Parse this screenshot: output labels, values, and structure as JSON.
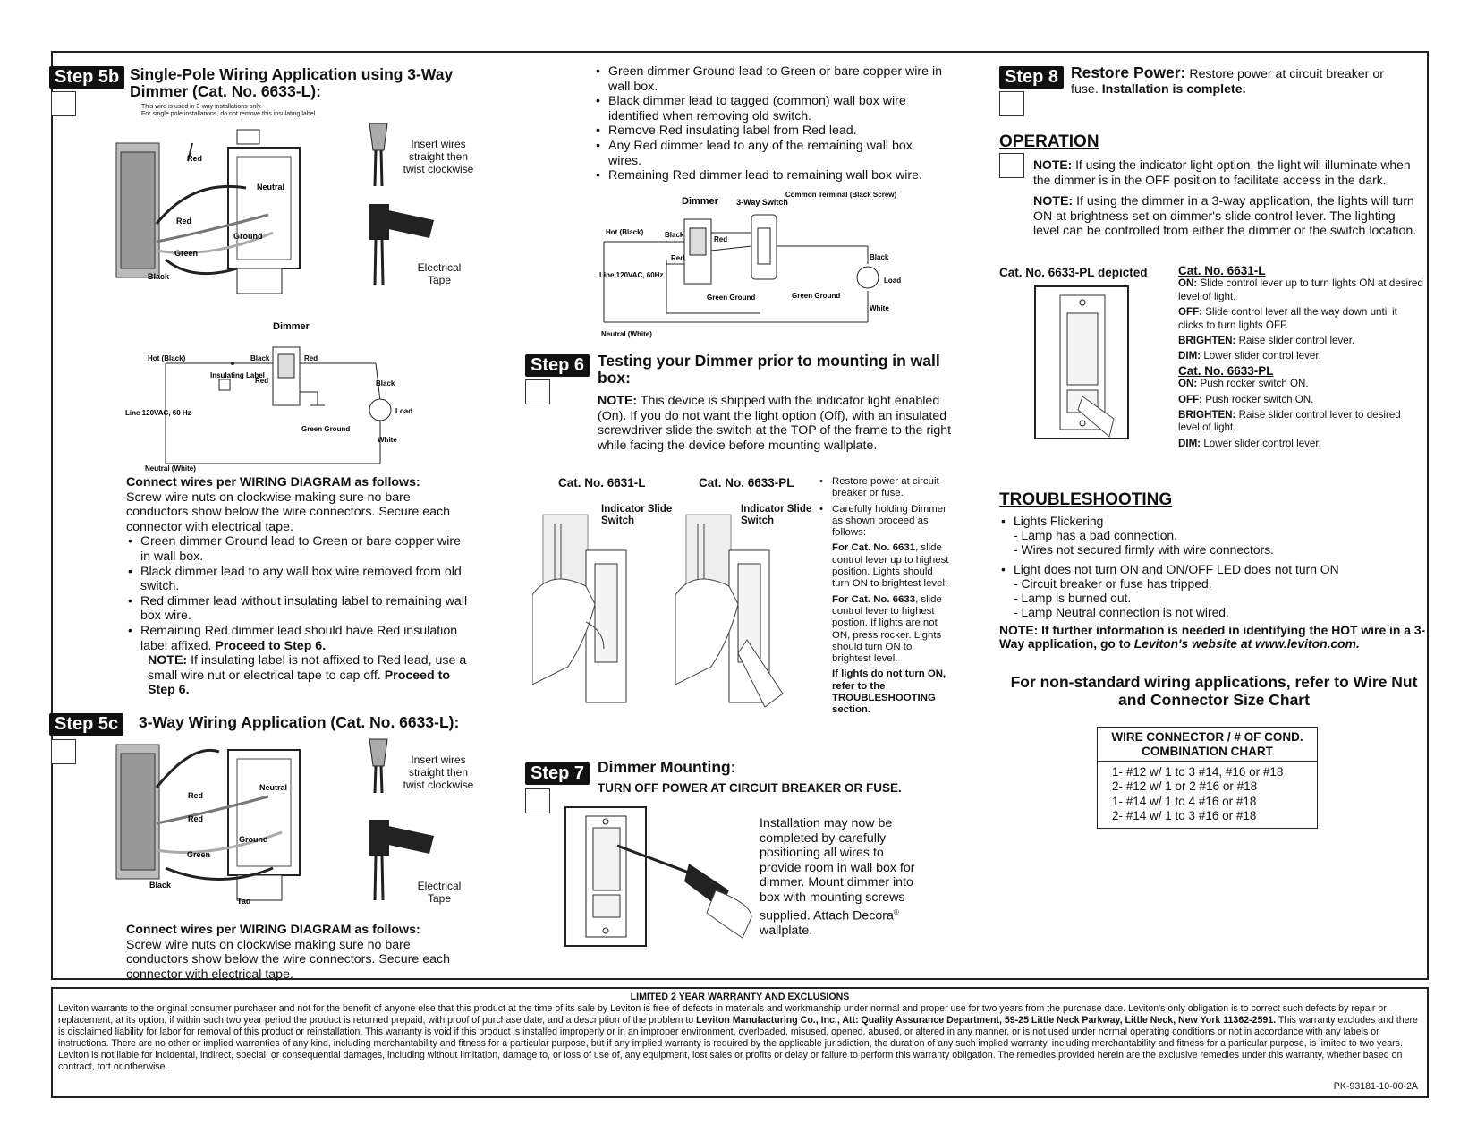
{
  "step5b": {
    "badge": "Step 5b",
    "title": "Single-Pole Wiring Application using 3-Way Dimmer (Cat. No. 6633-L):",
    "note_line1": "This wire is used in 3-way installations only.",
    "note_line2": "For single pole installations, do not remove this insulating label.",
    "fig_labels": {
      "red1": "Red",
      "neutral": "Neutral",
      "red2": "Red",
      "ground": "Ground",
      "green": "Green",
      "black": "Black"
    },
    "twist_text": "Insert wires straight then twist clockwise",
    "tape_text": "Electrical Tape",
    "diagram": {
      "title": "Dimmer",
      "hot": "Hot (Black)",
      "black1": "Black",
      "red1": "Red",
      "insulating": "Insulating Label",
      "red2": "Red",
      "black2": "Black",
      "line": "Line 120VAC, 60 Hz",
      "load": "Load",
      "green_ground": "Green Ground",
      "white": "White",
      "neutral": "Neutral (White)"
    },
    "connect_heading": "Connect wires per WIRING DIAGRAM as follows:",
    "connect_text": "Screw wire nuts on clockwise making sure no bare conductors show below the wire connectors. Secure each connector with electrical tape.",
    "bullets": [
      "Green dimmer Ground lead to Green or bare copper wire in wall box.",
      "Black dimmer lead to any wall box wire removed from old switch.",
      "Red dimmer lead without insulating label to remaining wall box wire."
    ],
    "bullet4": "Remaining Red dimmer lead should have Red insulation label affixed.",
    "bullet4_bold": "Proceed to Step 6.",
    "note_label": "NOTE:",
    "note_text": "If insulating label is not affixed to Red lead, use a small wire nut or electrical tape to cap off.",
    "note_bold": "Proceed to Step 6."
  },
  "step5c": {
    "badge": "Step 5c",
    "title": "3-Way Wiring Application (Cat. No. 6633-L):",
    "fig_labels": {
      "red1": "Red",
      "neutral": "Neutral",
      "red2": "Red",
      "ground": "Ground",
      "green": "Green",
      "black": "Black",
      "tag": "Tag"
    },
    "twist_text": "Insert wires straight then twist clockwise",
    "tape_text": "Electrical Tape",
    "connect_heading": "Connect wires per WIRING DIAGRAM as follows:",
    "connect_text": "Screw wire nuts on clockwise making sure no bare conductors show below the wire connectors. Secure each connector with electrical tape."
  },
  "col2": {
    "bullets": [
      "Green dimmer Ground lead to Green or bare copper wire in wall box.",
      "Black dimmer lead to tagged (common) wall box wire identified when removing old switch.",
      "Remove Red insulating label from Red lead.",
      "Any Red dimmer lead to any of the remaining wall box wires.",
      "Remaining Red dimmer lead to remaining wall box wire."
    ],
    "diagram": {
      "dimmer": "Dimmer",
      "switch": "3-Way Switch",
      "common": "Common Terminal (Black Screw)",
      "hot": "Hot (Black)",
      "black1": "Black",
      "red1": "Red",
      "red2": "Red",
      "line": "Line 120VAC, 60Hz",
      "green_ground1": "Green Ground",
      "green_ground2": "Green Ground",
      "black2": "Black",
      "load": "Load",
      "white": "White",
      "neutral": "Neutral (White)"
    }
  },
  "step6": {
    "badge": "Step 6",
    "title": "Testing your Dimmer prior to mounting in wall box:",
    "note_label": "NOTE:",
    "note_text": "This device is shipped with the indicator light enabled (On). If you do not want the light option (Off), with an insulated screwdriver slide the switch at the TOP of the frame to the right while facing the device before mounting wallplate.",
    "cat1": "Cat. No. 6631-L",
    "cat2": "Cat. No. 6633-PL",
    "indicator": "Indicator Slide Switch",
    "b1": "Restore power at circuit breaker or fuse.",
    "b2": "Carefully holding Dimmer as shown proceed as follows:",
    "p1_bold": "For Cat. No. 6631",
    "p1_text": ", slide control lever up to highest position. Lights should turn ON to brightest level.",
    "p2_bold": "For Cat. No. 6633",
    "p2_text": ", slide control lever to highest postion. If lights are not ON, press rocker. Lights should turn ON to brightest level.",
    "p3_bold": "If lights do not turn ON, refer to the TROUBLESHOOTING section."
  },
  "step7": {
    "badge": "Step 7",
    "title": "Dimmer Mounting:",
    "subtitle": "TURN OFF POWER AT CIRCUIT BREAKER OR FUSE.",
    "text": "Installation may now be completed by carefully positioning all wires to provide room in wall box for dimmer. Mount dimmer into box with mounting screws supplied. Attach Decora",
    "reg": "®",
    "text_end": " wallplate."
  },
  "step8": {
    "badge": "Step 8",
    "title": "Restore Power:",
    "text": "Restore power at circuit breaker or fuse.",
    "text_bold": "Installation is complete."
  },
  "operation": {
    "heading": "OPERATION",
    "note1_label": "NOTE:",
    "note1_text": "If using the indicator light option, the light will illuminate when the dimmer is in the OFF position to facilitate access in the dark.",
    "note2_label": "NOTE:",
    "note2_text": "If using the dimmer in a 3-way application, the lights will turn ON at brightness set on dimmer's slide control lever. The lighting level can be controlled from either the dimmer or the switch location.",
    "depicted": "Cat. No. 6633-PL depicted",
    "cat_6631": "Cat. No. 6631-L",
    "on_label": "ON:",
    "on_6631": "Slide control lever up to turn lights ON at desired level of light.",
    "off_label": "OFF:",
    "off_6631": "Slide control lever all the way down until it clicks to turn lights OFF.",
    "brighten_label": "BRIGHTEN:",
    "brighten_6631": "Raise slider control lever.",
    "dim_label": "DIM:",
    "dim_6631": "Lower slider control lever.",
    "cat_6633": "Cat. No. 6633-PL",
    "on_6633": "Push rocker switch ON.",
    "off_6633": "Push rocker switch ON.",
    "brighten_6633": "Raise slider control lever to desired level of light.",
    "dim_6633": "Lower slider control lever."
  },
  "troubleshooting": {
    "heading": "TROUBLESHOOTING",
    "item1": "Lights Flickering",
    "item1_sub": [
      "- Lamp has a bad connection.",
      "- Wires not secured firmly with wire connectors."
    ],
    "item2": "Light does not turn ON and ON/OFF LED does not turn ON",
    "item2_sub": [
      "- Circuit breaker or fuse has tripped.",
      "- Lamp is burned out.",
      "- Lamp Neutral connection is not wired."
    ],
    "note": "NOTE: If further information is needed in identifying the HOT wire in a 3-Way application, go to",
    "note_link": "Leviton's website at www.leviton.com.",
    "nonstandard": "For non-standard wiring applications, refer to Wire Nut and Connector Size Chart"
  },
  "chart": {
    "title": "WIRE CONNECTOR / # OF COND. COMBINATION CHART",
    "rows": [
      "1- #12 w/ 1 to 3 #14, #16 or #18",
      "2- #12 w/ 1 or 2 #16 or #18",
      "1- #14 w/ 1 to 4 #16 or #18",
      "2- #14 w/ 1 to 3 #16 or #18"
    ]
  },
  "warranty": {
    "title": "LIMITED 2 YEAR WARRANTY AND EXCLUSIONS",
    "text1": "Leviton warrants to the original consumer purchaser and not for the benefit of anyone else that this product at the time of its sale by Leviton is free of defects in materials and workmanship under normal and proper use for two years from the purchase date. Leviton's only obligation is to correct such defects by repair or replacement, at its option, if within such two year period the product is returned prepaid, with proof of purchase date, and a description of the problem to",
    "bold": "Leviton Manufacturing Co., Inc., Att: Quality Assurance Department, 59-25 Little Neck Parkway, Little Neck, New York 11362-2591.",
    "text2": "This warranty excludes and there is disclaimed liability for labor for removal of this product or reinstallation. This warranty is void if this product is installed improperly or in an improper environment, overloaded, misused, opened, abused, or altered in any manner, or is not used under normal operating conditions or not in accordance with any labels or instructions. There are no other or implied warranties of any kind, including merchantability and fitness for a particular purpose, but if any implied warranty is required by the applicable jurisdiction, the duration of any such implied warranty, including merchantability and fitness for a particular purpose, is limited to two years. Leviton is not liable for incidental, indirect, special, or consequential damages, including without limitation, damage to, or loss of use of, any equipment, lost sales or profits or delay or failure to perform this warranty obligation. The remedies provided herein are the exclusive remedies under this warranty, whether based on contract, tort or otherwise.",
    "code": "PK-93181-10-00-2A"
  }
}
